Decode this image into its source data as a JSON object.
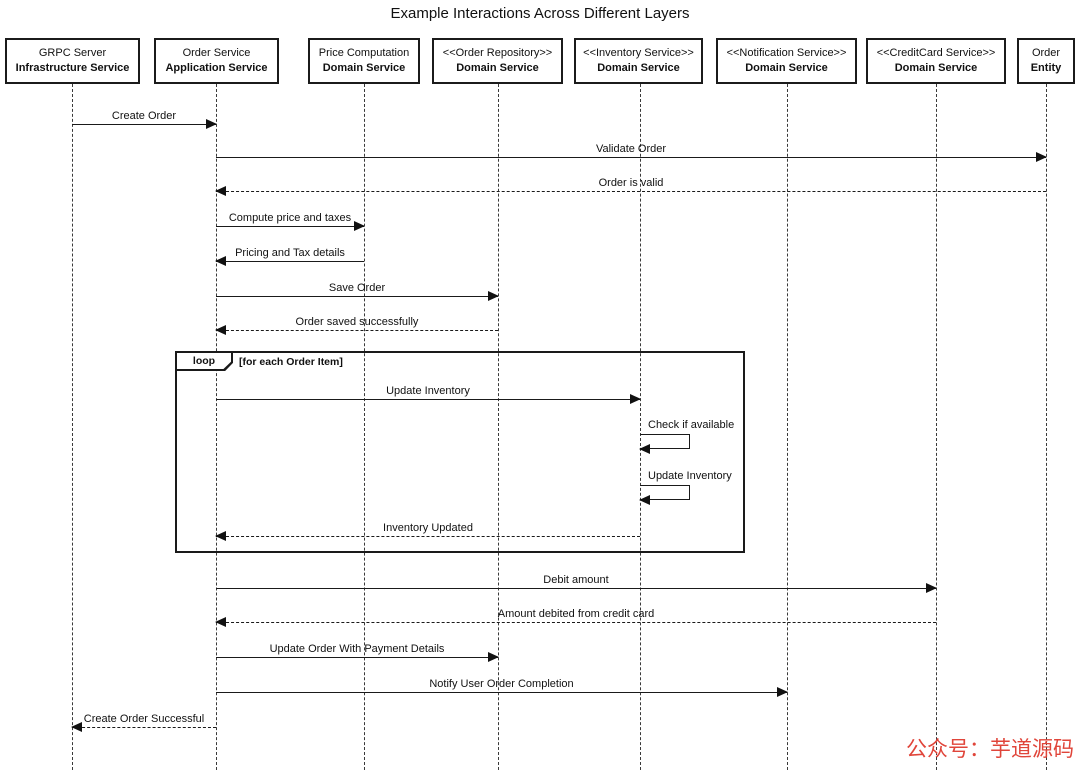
{
  "title": "Example Interactions Across Different Layers",
  "participants": [
    {
      "line1": "GRPC Server",
      "line2": "Infrastructure Service"
    },
    {
      "line1": "Order Service",
      "line2": "Application Service"
    },
    {
      "line1": "Price Computation",
      "line2": "Domain Service"
    },
    {
      "line1": "<<Order Repository>>",
      "line2": "Domain Service"
    },
    {
      "line1": "<<Inventory Service>>",
      "line2": "Domain Service"
    },
    {
      "line1": "<<Notification Service>>",
      "line2": "Domain Service"
    },
    {
      "line1": "<<CreditCard Service>>",
      "line2": "Domain Service"
    },
    {
      "line1": "Order",
      "line2": "Entity"
    }
  ],
  "messages": [
    {
      "label": "Create Order",
      "from": "GRPC Server",
      "to": "Order Service",
      "style": "solid"
    },
    {
      "label": "Validate Order",
      "from": "Order Service",
      "to": "Order Entity",
      "style": "solid"
    },
    {
      "label": "Order is valid",
      "from": "Order Entity",
      "to": "Order Service",
      "style": "dashed"
    },
    {
      "label": "Compute price and taxes",
      "from": "Order Service",
      "to": "Price Computation",
      "style": "solid"
    },
    {
      "label": "Pricing and Tax details",
      "from": "Price Computation",
      "to": "Order Service",
      "style": "solid"
    },
    {
      "label": "Save Order",
      "from": "Order Service",
      "to": "Order Repository",
      "style": "solid"
    },
    {
      "label": "Order saved successfully",
      "from": "Order Repository",
      "to": "Order Service",
      "style": "dashed"
    },
    {
      "label": "Update Inventory",
      "from": "Order Service",
      "to": "Inventory Service",
      "style": "solid"
    },
    {
      "label": "Check if available",
      "from": "Inventory Service",
      "to": "Inventory Service",
      "style": "self"
    },
    {
      "label": "Update Inventory",
      "from": "Inventory Service",
      "to": "Inventory Service",
      "style": "self"
    },
    {
      "label": "Inventory Updated",
      "from": "Inventory Service",
      "to": "Order Service",
      "style": "dashed"
    },
    {
      "label": "Debit amount",
      "from": "Order Service",
      "to": "CreditCard Service",
      "style": "solid"
    },
    {
      "label": "Amount debited from credit card",
      "from": "CreditCard Service",
      "to": "Order Service",
      "style": "dashed"
    },
    {
      "label": "Update Order With Payment Details",
      "from": "Order Service",
      "to": "Order Repository",
      "style": "solid"
    },
    {
      "label": "Notify User Order Completion",
      "from": "Order Service",
      "to": "Notification Service",
      "style": "solid"
    },
    {
      "label": "Create Order Successful",
      "from": "Order Service",
      "to": "GRPC Server",
      "style": "dashed"
    }
  ],
  "loop_fragment": {
    "label": "loop",
    "condition": "[for each Order Item]"
  },
  "watermark": {
    "text": "公众号：芋道源码"
  },
  "colors": {
    "line": "#1a1a1a",
    "watermark": "#e0453a",
    "background": "#ffffff"
  }
}
